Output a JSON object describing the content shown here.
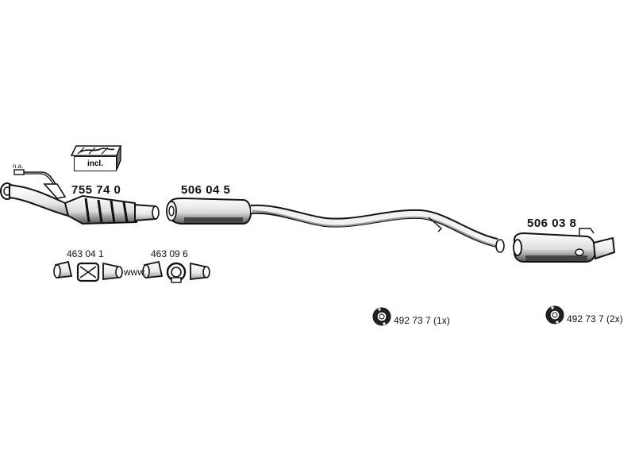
{
  "parts": {
    "front_pipe_label": "n.a.",
    "catalytic_converter": "755 74 0",
    "incl_label": "incl.",
    "middle_silencer": "506 04 5",
    "rear_silencer": "506 03 8",
    "clamp_set_1": "463 04 1",
    "clamp_set_2": "463 09 6",
    "clamp_connector": "www.",
    "mount_1": "492 73 7 (1x)",
    "mount_2": "492 73 7 (2x)"
  }
}
